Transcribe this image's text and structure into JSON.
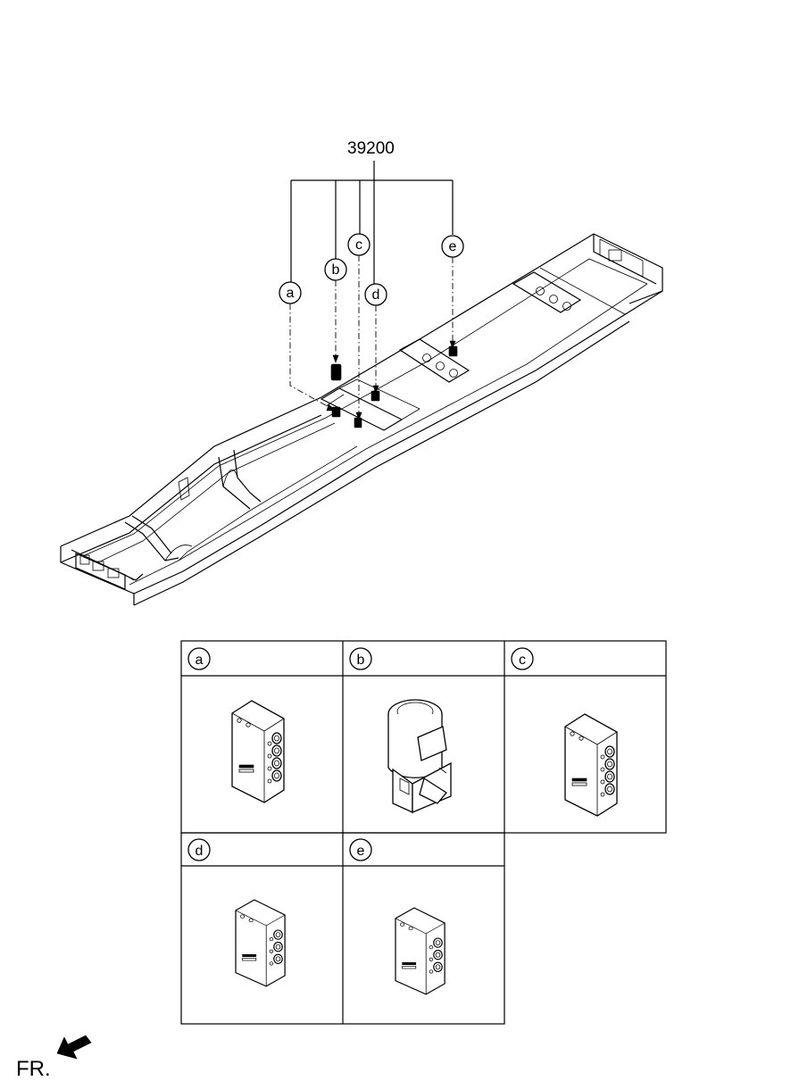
{
  "part_number": "39200",
  "callouts": [
    "a",
    "b",
    "c",
    "d",
    "e"
  ],
  "direction_label": "FR."
}
